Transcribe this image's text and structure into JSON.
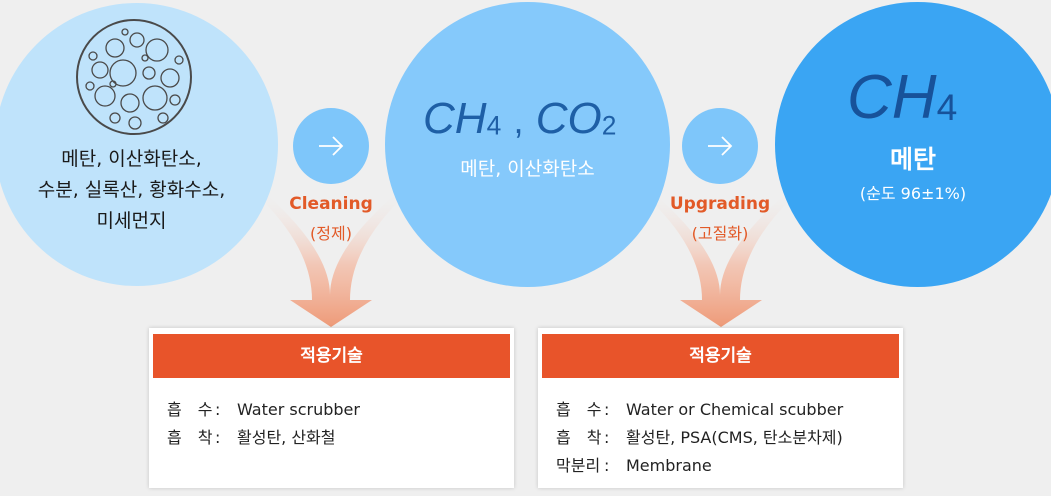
{
  "circle1": {
    "lines": [
      "메탄, 이산화탄소,",
      "수분, 실록산, 황화수소,",
      "미세먼지"
    ]
  },
  "step1": {
    "en": "Cleaning",
    "ko": "(정제)"
  },
  "circle2": {
    "formula_main": "CH",
    "formula_sub": "4",
    "formula_sep": ",",
    "formula_main2": "CO",
    "formula_sub2": "2",
    "label": "메탄, 이산화탄소"
  },
  "step2": {
    "en": "Upgrading",
    "ko": "(고질화)"
  },
  "circle3": {
    "formula_main": "CH",
    "formula_sub": "4",
    "title": "메탄",
    "purity": "(순도 96±1%)"
  },
  "box1": {
    "header": "적용기술",
    "rows": [
      {
        "k": "흡　수",
        "colon": ":",
        "v": "Water scrubber"
      },
      {
        "k": "흡　착",
        "colon": ":",
        "v": "활성탄, 산화철"
      }
    ]
  },
  "box2": {
    "header": "적용기술",
    "rows": [
      {
        "k": "흡　수",
        "colon": ":",
        "v": "Water or Chemical scubber"
      },
      {
        "k": "흡　착",
        "colon": ":",
        "v": "활성탄, PSA(CMS, 탄소분차제)"
      },
      {
        "k": "막분리",
        "colon": ":",
        "v": "Membrane"
      }
    ]
  },
  "colors": {
    "accent": "#e8542a",
    "circle_light": "#bfe3fb",
    "circle_mid": "#85c9fb",
    "circle_dark": "#3aa5f3",
    "formula": "#1e5fa6"
  },
  "icons": {
    "arrow": "arrow-right-icon",
    "bubbles": "bubbles-icon",
    "funnel": "funnel-arrow-icon"
  }
}
